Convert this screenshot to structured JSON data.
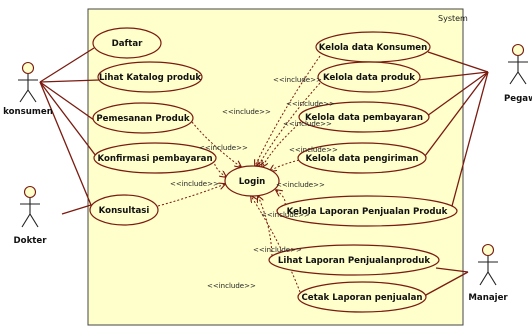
{
  "system": {
    "label": "System"
  },
  "actors": [
    {
      "id": "konsumen",
      "label": "konsumen"
    },
    {
      "id": "dokter",
      "label": "Dokter"
    },
    {
      "id": "pegawai",
      "label": "Pegawai"
    },
    {
      "id": "manajer",
      "label": "Manajer"
    }
  ],
  "use_cases": [
    {
      "id": "daftar",
      "label": "Daftar"
    },
    {
      "id": "katalog",
      "label": "Lihat Katalog produk"
    },
    {
      "id": "pemesanan",
      "label": "Pemesanan Produk"
    },
    {
      "id": "konfirmasi",
      "label": "Konfirmasi pembayaran"
    },
    {
      "id": "konsultasi",
      "label": "Konsultasi"
    },
    {
      "id": "login",
      "label": "Login"
    },
    {
      "id": "kelola_konsumen",
      "label": "Kelola data Konsumen"
    },
    {
      "id": "kelola_produk",
      "label": "Kelola data produk"
    },
    {
      "id": "kelola_pembayaran",
      "label": "Kelola data pembayaran"
    },
    {
      "id": "kelola_pengiriman",
      "label": "Kelola data pengiriman"
    },
    {
      "id": "kelola_laporan",
      "label": "Kelola Laporan Penjualan Produk"
    },
    {
      "id": "lihat_laporan",
      "label": "Lihat Laporan Penjualanproduk"
    },
    {
      "id": "cetak_laporan",
      "label": "Cetak Laporan penjualan"
    }
  ],
  "include_label": "<<include>>",
  "associations": [
    [
      "konsumen",
      "daftar"
    ],
    [
      "konsumen",
      "katalog"
    ],
    [
      "konsumen",
      "pemesanan"
    ],
    [
      "konsumen",
      "konfirmasi"
    ],
    [
      "konsumen",
      "konsultasi"
    ],
    [
      "dokter",
      "konsultasi"
    ],
    [
      "pegawai",
      "kelola_konsumen"
    ],
    [
      "pegawai",
      "kelola_produk"
    ],
    [
      "pegawai",
      "kelola_pembayaran"
    ],
    [
      "pegawai",
      "kelola_pengiriman"
    ],
    [
      "pegawai",
      "kelola_laporan"
    ],
    [
      "manajer",
      "lihat_laporan"
    ],
    [
      "manajer",
      "cetak_laporan"
    ]
  ],
  "includes": [
    "pemesanan",
    "konfirmasi",
    "konsultasi",
    "kelola_konsumen",
    "kelola_produk",
    "kelola_pembayaran",
    "kelola_pengiriman",
    "kelola_laporan",
    "lihat_laporan",
    "cetak_laporan"
  ],
  "colors": {
    "system_fill": "#ffffcc",
    "ellipse_fill": "#ffffcc",
    "outline": "#7a1a10",
    "line": "#7a1a10",
    "text": "#111111"
  }
}
